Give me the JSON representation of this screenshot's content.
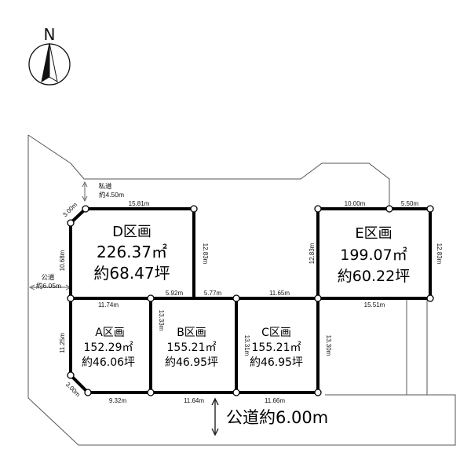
{
  "compass": {
    "north_label": "N"
  },
  "lots": {
    "D": {
      "name": "D区画",
      "area_m2": "226.37㎡",
      "area_tsubo": "約68.47坪"
    },
    "E": {
      "name": "E区画",
      "area_m2": "199.07㎡",
      "area_tsubo": "約60.22坪"
    },
    "A": {
      "name": "A区画",
      "area_m2": "152.29㎡",
      "area_tsubo": "約46.06坪"
    },
    "B": {
      "name": "B区画",
      "area_m2": "155.21㎡",
      "area_tsubo": "約46.95坪"
    },
    "C": {
      "name": "C区画",
      "area_m2": "155.21㎡",
      "area_tsubo": "約46.95坪"
    }
  },
  "roads": {
    "private": {
      "label": "私道",
      "width": "約4.50m"
    },
    "west_public": {
      "label": "公道",
      "width": "約6.05m"
    },
    "south_public": {
      "label": "公道約6.00m"
    }
  },
  "dimensions": {
    "d_corner": "3.00m",
    "d_top": "15.81m",
    "d_west": "10.68m",
    "d_east": "12.83m",
    "e_top_left": "10.00m",
    "e_top_right": "5.50m",
    "e_west": "12.83m",
    "e_east": "12.83m",
    "a_top": "11.74m",
    "b_top": "5.92m",
    "bc_top": "5.77m",
    "c_top": "11.65m",
    "e_bottom": "15.51m",
    "a_west": "11.25m",
    "a_corner": "3.00m",
    "a_east": "13.33m",
    "b_east": "13.31m",
    "c_east": "13.30m",
    "a_bottom": "9.32m",
    "b_bottom": "11.64m",
    "c_bottom": "11.66m"
  }
}
